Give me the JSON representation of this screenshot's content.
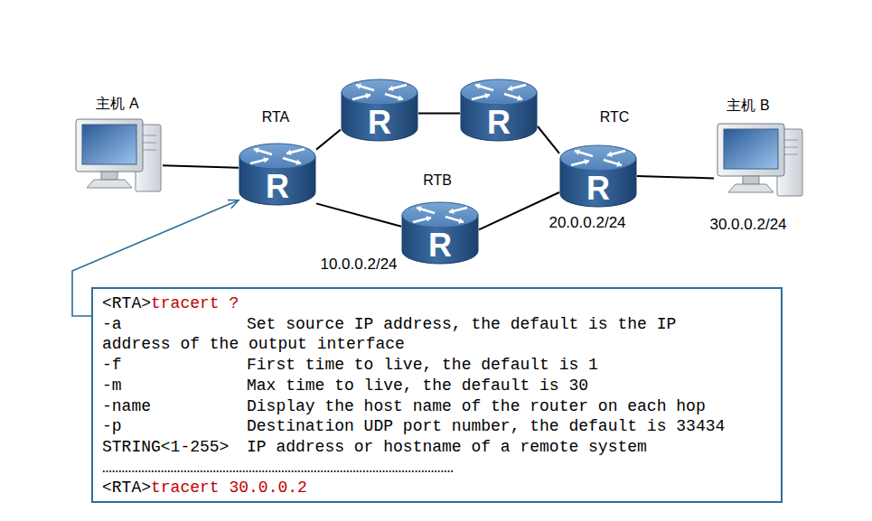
{
  "diagram": {
    "nodes": [
      {
        "text": [
          "主机 A"
        ]
      },
      {
        "text": [
          "RTA",
          "R"
        ]
      },
      {
        "text": [
          "R"
        ]
      },
      {
        "text": [
          "R"
        ]
      },
      {
        "text": [
          "RTC",
          "R"
        ]
      },
      {
        "text": [
          "主机 B"
        ]
      },
      {
        "text": [
          "RTB",
          "R"
        ]
      },
      {
        "text": [
          "<RTA>",
          "tracert ?",
          "-a",
          "Set source IP address, the default is the IP address of the output interface",
          "-f",
          "First time to live, the default is 1",
          "-m",
          "Max time to live, the default is 30",
          "-name",
          "Display the host name of the router on each hop",
          "-p",
          "Destination UDP port number, the default is 33434",
          "STRING<1-255>",
          "IP address or hostname of a remote system",
          "………………………………………………………………………………………………",
          "<RTA>",
          "tracert 30.0.0.2"
        ]
      }
    ],
    "edges": [
      {
        "from": 0,
        "to": 1,
        "arrow": "none"
      },
      {
        "from": 1,
        "to": 2,
        "arrow": "none"
      },
      {
        "from": 2,
        "to": 3,
        "arrow": "none"
      },
      {
        "from": 3,
        "to": 4,
        "arrow": "none"
      },
      {
        "from": 1,
        "to": 6,
        "arrow": "none"
      },
      {
        "from": 6,
        "to": 4,
        "arrow": "none"
      },
      {
        "from": 4,
        "to": 5,
        "arrow": "none"
      },
      {
        "from": 7,
        "to": 1,
        "arrow": "to"
      }
    ],
    "labels": [
      "10.0.0.2/24",
      "20.0.0.2/24",
      "30.0.0.2/24"
    ]
  }
}
